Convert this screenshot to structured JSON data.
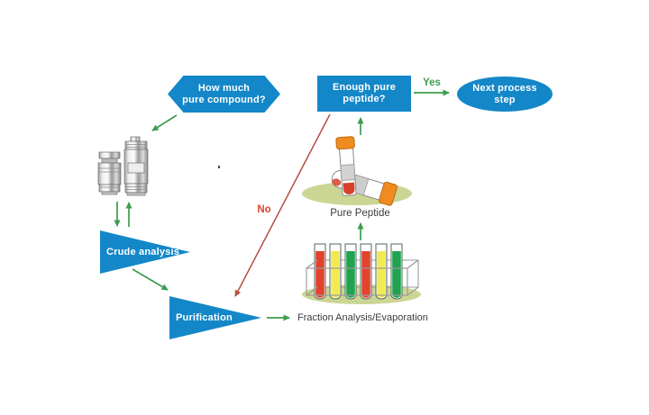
{
  "diagram": {
    "nodes": {
      "how_much": {
        "lines": [
          "How much",
          "pure compound?"
        ]
      },
      "enough_pure": {
        "lines": [
          "Enough pure",
          "peptide?"
        ]
      },
      "next_step": {
        "lines": [
          "Next process",
          "step"
        ]
      },
      "crude_analysis": {
        "label": "Crude analysis"
      },
      "purification": {
        "label": "Purification"
      }
    },
    "edge_labels": {
      "yes": "Yes",
      "no": "No"
    },
    "captions": {
      "pure_peptide": "Pure Peptide",
      "fraction_analysis": "Fraction Analysis/Evaporation"
    },
    "icons": {
      "columns": "chromatography-columns-illustration",
      "tube_rack": "fraction-tube-rack-illustration",
      "vials": "pure-peptide-vials-illustration"
    },
    "colors": {
      "node_blue": "#1487c8",
      "arrow_green": "#3c9d4e",
      "arrow_red": "#b5503f",
      "no_red": "#df4430",
      "label_dark": "#3c3c3c",
      "olive_shadow": "#ccd694",
      "tube_red": "#e3432e",
      "tube_yellow": "#f2ea54",
      "tube_green": "#1ea351",
      "cap_orange": "#ef8b1f"
    }
  }
}
